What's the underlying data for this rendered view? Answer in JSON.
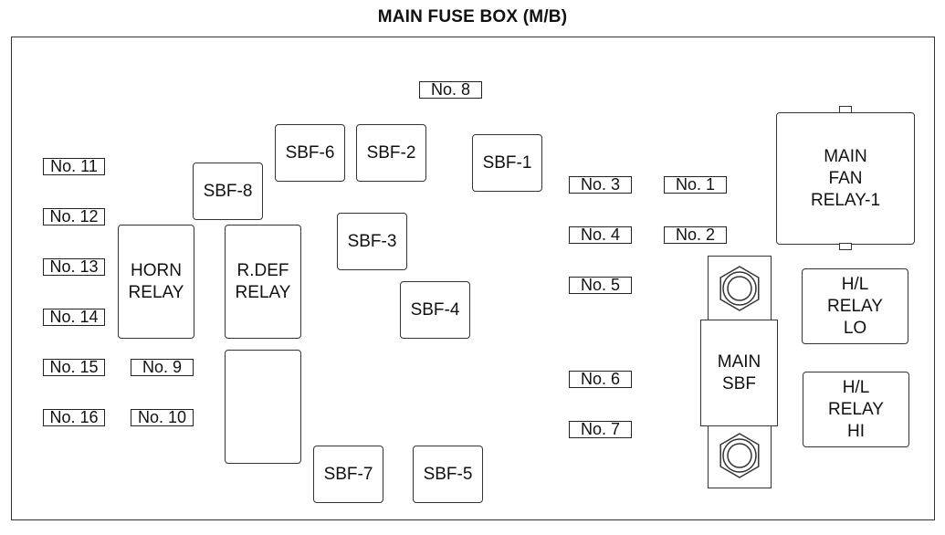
{
  "title": "MAIN FUSE BOX (M/B)",
  "fuse_labels": {
    "no1": "No. 1",
    "no2": "No. 2",
    "no3": "No. 3",
    "no4": "No. 4",
    "no5": "No. 5",
    "no6": "No. 6",
    "no7": "No. 7",
    "no8": "No. 8",
    "no9": "No. 9",
    "no10": "No. 10",
    "no11": "No. 11",
    "no12": "No. 12",
    "no13": "No. 13",
    "no14": "No. 14",
    "no15": "No. 15",
    "no16": "No. 16"
  },
  "sbf": {
    "sbf1": "SBF-1",
    "sbf2": "SBF-2",
    "sbf3": "SBF-3",
    "sbf4": "SBF-4",
    "sbf5": "SBF-5",
    "sbf6": "SBF-6",
    "sbf7": "SBF-7",
    "sbf8": "SBF-8"
  },
  "relays": {
    "horn": "HORN\nRELAY",
    "rdef": "R.DEF\nRELAY",
    "main_fan": "MAIN\nFAN\nRELAY-1",
    "hl_lo": "H/L\nRELAY\nLO",
    "hl_hi": "H/L\nRELAY\nHI"
  },
  "main_sbf": "MAIN\nSBF"
}
